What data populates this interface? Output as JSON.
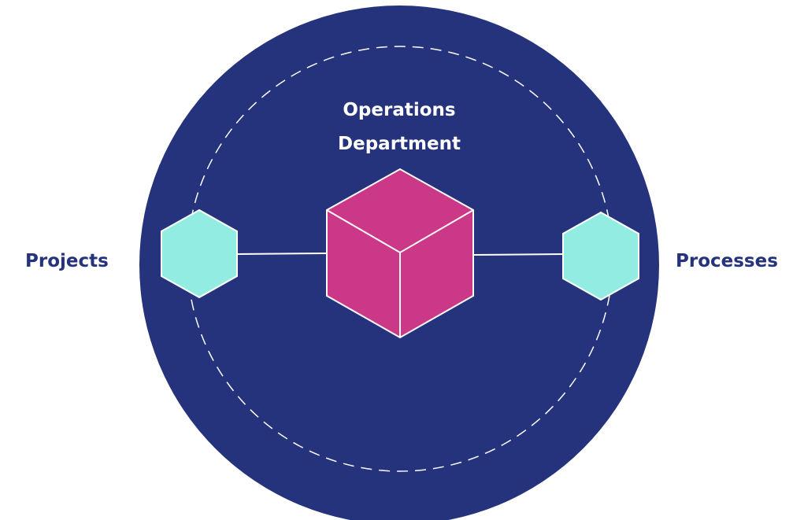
{
  "title": {
    "line1": "Operations",
    "line2": "Department"
  },
  "nodes": {
    "left": "Projects",
    "right": "Processes"
  },
  "colors": {
    "background": "#ffffff",
    "circle": "#25327c",
    "cube": "#cc3888",
    "hexagon": "#93ece1",
    "stroke": "#ffffff",
    "label": "#25327c",
    "title": "#ffffff"
  }
}
